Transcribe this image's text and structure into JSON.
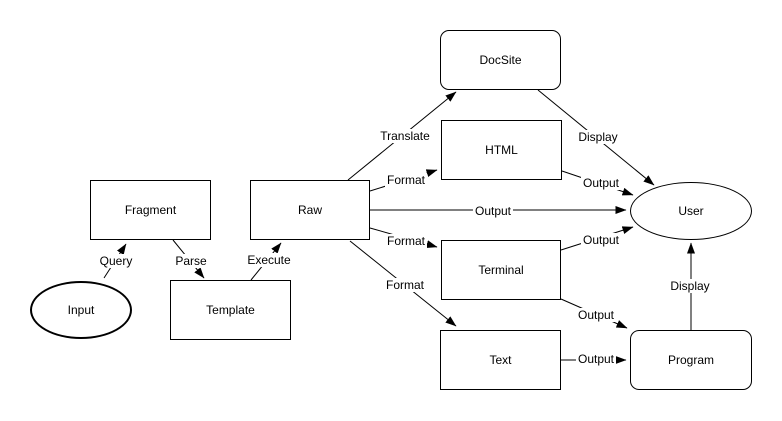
{
  "diagram": {
    "background_color": "#ffffff",
    "stroke_color": "#000000",
    "nodes": [
      {
        "id": "input",
        "label": "Input",
        "shape": "ellipse"
      },
      {
        "id": "fragment",
        "label": "Fragment",
        "shape": "rect"
      },
      {
        "id": "template",
        "label": "Template",
        "shape": "rect"
      },
      {
        "id": "raw",
        "label": "Raw",
        "shape": "rect"
      },
      {
        "id": "docsite",
        "label": "DocSite",
        "shape": "rounded-rect"
      },
      {
        "id": "html",
        "label": "HTML",
        "shape": "rect"
      },
      {
        "id": "terminal",
        "label": "Terminal",
        "shape": "rect"
      },
      {
        "id": "text",
        "label": "Text",
        "shape": "rect"
      },
      {
        "id": "user",
        "label": "User",
        "shape": "ellipse"
      },
      {
        "id": "program",
        "label": "Program",
        "shape": "rounded-rect"
      }
    ],
    "edges": [
      {
        "from": "Input",
        "to": "Fragment",
        "label": "Query"
      },
      {
        "from": "Fragment",
        "to": "Template",
        "label": "Parse"
      },
      {
        "from": "Template",
        "to": "Raw",
        "label": "Execute"
      },
      {
        "from": "Raw",
        "to": "DocSite",
        "label": "Translate"
      },
      {
        "from": "Raw",
        "to": "HTML",
        "label": "Format"
      },
      {
        "from": "Raw",
        "to": "User",
        "label": "Output"
      },
      {
        "from": "Raw",
        "to": "Terminal",
        "label": "Format"
      },
      {
        "from": "Raw",
        "to": "Text",
        "label": "Format"
      },
      {
        "from": "DocSite",
        "to": "User",
        "label": "Display"
      },
      {
        "from": "HTML",
        "to": "User",
        "label": "Output"
      },
      {
        "from": "Terminal",
        "to": "User",
        "label": "Output"
      },
      {
        "from": "Terminal",
        "to": "Program",
        "label": "Output"
      },
      {
        "from": "Text",
        "to": "Program",
        "label": "Output"
      },
      {
        "from": "Program",
        "to": "User",
        "label": "Display"
      }
    ]
  }
}
